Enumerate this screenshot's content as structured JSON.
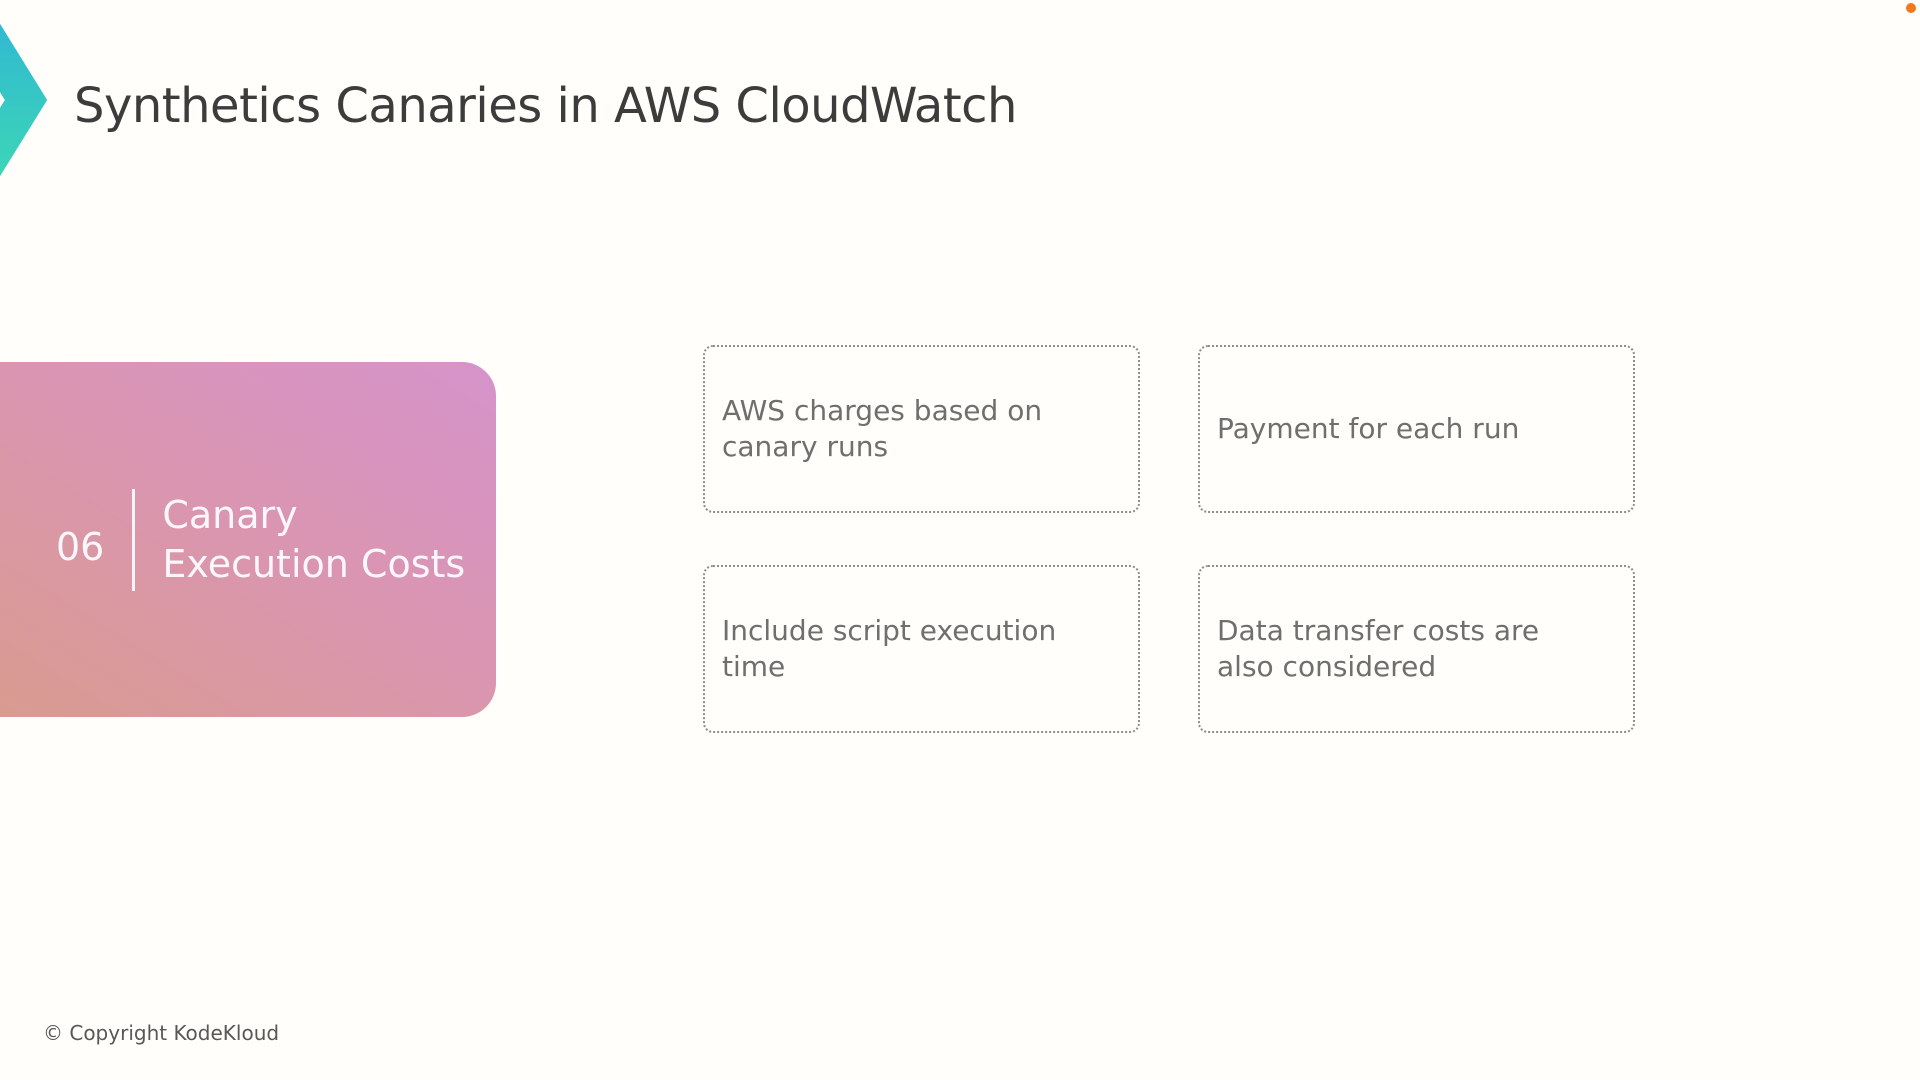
{
  "header": {
    "title": "Synthetics Canaries in AWS CloudWatch"
  },
  "section": {
    "number": "06",
    "title": "Canary Execution Costs"
  },
  "cards": [
    {
      "text": "AWS charges based on canary runs"
    },
    {
      "text": "Payment for each run"
    },
    {
      "text": "Include script execution time"
    },
    {
      "text": "Data transfer costs are also considered"
    }
  ],
  "footer": {
    "copyright": "© Copyright KodeKloud"
  },
  "colors": {
    "title_text": "#3c3c3c",
    "card_gradient_start": "#d99b90",
    "card_gradient_end": "#d594cb",
    "point_border": "#8f8f8f",
    "point_text": "#6f6f6f",
    "logo_teal_top": "#2fb3d8",
    "logo_teal_bottom": "#3edcb0",
    "corner_dot": "#ee7a1b"
  }
}
